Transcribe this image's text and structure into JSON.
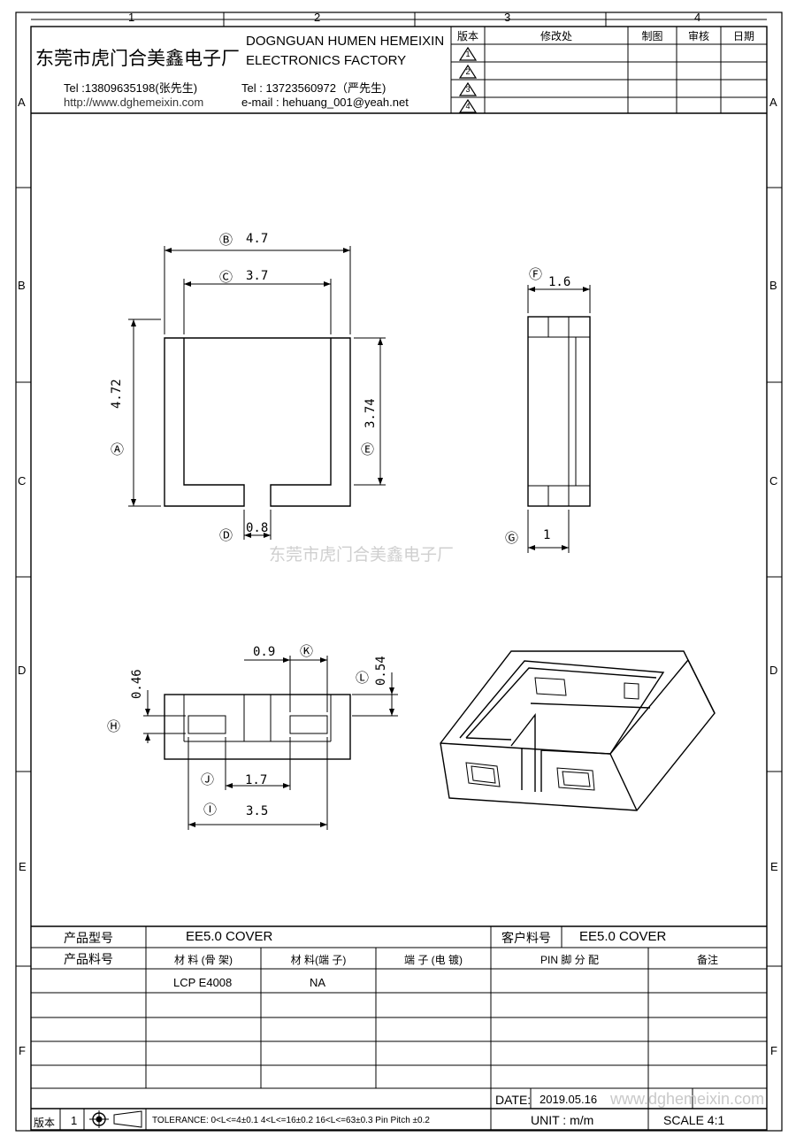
{
  "grid": {
    "columns": [
      "1",
      "2",
      "3",
      "4"
    ],
    "rows": [
      "A",
      "B",
      "C",
      "D",
      "E",
      "F"
    ]
  },
  "header": {
    "company_cn": "东莞市虎门合美鑫电子厂",
    "company_en_line1": "DOGNGUAN HUMEN HEMEIXIN",
    "company_en_line2": "ELECTRONICS FACTORY",
    "tel1": "Tel :13809635198(张先生)",
    "website": "http://www.dghemeixin.com",
    "tel2": "Tel : 13723560972（严先生)",
    "email": "e-mail : hehuang_001@yeah.net"
  },
  "revision_table": {
    "headers": [
      "版本",
      "修改处",
      "制图",
      "审核",
      "日期"
    ],
    "revisions": [
      "1",
      "2",
      "3",
      "4"
    ]
  },
  "drawing": {
    "dims": {
      "B": "4.7",
      "C": "3.7",
      "A": "4.72",
      "E": "3.74",
      "D": "0.8",
      "F": "1.6",
      "G": "1",
      "K": "0.9",
      "H": "0.46",
      "L": "0.54",
      "J": "1.7",
      "I": "3.5"
    },
    "watermark": "东莞市虎门合美鑫电子厂"
  },
  "title_block": {
    "product_model_label": "产品型号",
    "product_model": "EE5.0 COVER",
    "customer_part_label": "客户料号",
    "customer_part": "EE5.0 COVER",
    "product_part_label": "产品料号",
    "col_material_bobbin": "材 料 (骨 架)",
    "col_material_pin": "材 料(端 子)",
    "col_pin_plating": "端 子 (电 镀)",
    "col_pin_assign": "PIN 脚 分 配",
    "col_remarks": "备注",
    "material_bobbin": "LCP E4008",
    "material_pin": "NA",
    "date_label": "DATE:",
    "date": "2019.05.16",
    "version_label": "版本",
    "version": "1",
    "tolerance": "TOLERANCE:  0<L<=4±0.1  4<L<=16±0.2  16<L<=63±0.3  Pin Pitch  ±0.2",
    "unit": "UNIT : m/m",
    "scale": "SCALE   4:1",
    "watermark2": "www.dghemeixin.com"
  }
}
